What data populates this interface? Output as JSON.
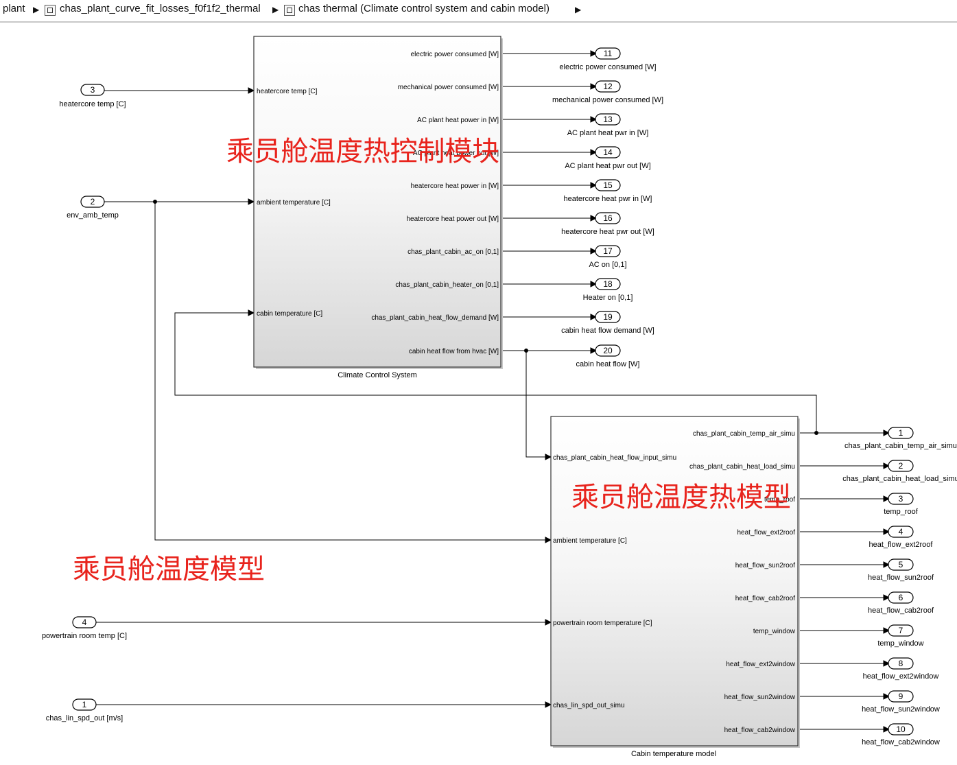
{
  "breadcrumb": {
    "items": [
      "plant",
      "chas_plant_curve_fit_losses_f0f1f2_thermal",
      "chas thermal (Climate control system and cabin model)"
    ]
  },
  "colors": {
    "annotation": "#e8231c",
    "line": "#000000",
    "block_border": "#333333"
  },
  "climate_block": {
    "name": "Climate Control System",
    "inputs": [
      "heatercore temp [C]",
      "ambient temperature [C]",
      "cabin temperature [C]"
    ],
    "outputs": [
      "electric power consumed [W]",
      "mechanical power consumed [W]",
      "AC plant heat power in [W]",
      "AC plant heat power out [W]",
      "heatercore heat power in [W]",
      "heatercore heat power out [W]",
      "chas_plant_cabin_ac_on [0,1]",
      "chas_plant_cabin_heater_on [0,1]",
      "chas_plant_cabin_heat_flow_demand [W]",
      "cabin heat flow from hvac [W]"
    ]
  },
  "cabin_block": {
    "name": "Cabin temperature model",
    "inputs": [
      "chas_plant_cabin_heat_flow_input_simu",
      "ambient temperature [C]",
      "powertrain room temperature [C]",
      "chas_lin_spd_out_simu"
    ],
    "outputs": [
      "chas_plant_cabin_temp_air_simu",
      "chas_plant_cabin_heat_load_simu",
      "temp_roof",
      "heat_flow_ext2roof",
      "heat_flow_sun2roof",
      "heat_flow_cab2roof",
      "temp_window",
      "heat_flow_ext2window",
      "heat_flow_sun2window",
      "heat_flow_cab2window"
    ]
  },
  "inports": [
    {
      "num": "3",
      "label": "heatercore temp [C]"
    },
    {
      "num": "2",
      "label": "env_amb_temp"
    },
    {
      "num": "4",
      "label": "powertrain room temp [C]"
    },
    {
      "num": "1",
      "label": "chas_lin_spd_out [m/s]"
    }
  ],
  "climate_outports": [
    {
      "num": "11",
      "label": "electric power consumed [W]"
    },
    {
      "num": "12",
      "label": "mechanical power consumed [W]"
    },
    {
      "num": "13",
      "label": "AC plant heat pwr in [W]"
    },
    {
      "num": "14",
      "label": "AC plant heat pwr out [W]"
    },
    {
      "num": "15",
      "label": "heatercore heat pwr in [W]"
    },
    {
      "num": "16",
      "label": "heatercore heat pwr out [W]"
    },
    {
      "num": "17",
      "label": "AC on [0,1]"
    },
    {
      "num": "18",
      "label": "Heater on [0,1]"
    },
    {
      "num": "19",
      "label": "cabin heat flow demand [W]"
    },
    {
      "num": "20",
      "label": "cabin heat flow [W]"
    }
  ],
  "cabin_outports": [
    {
      "num": "1",
      "label": "chas_plant_cabin_temp_air_simu"
    },
    {
      "num": "2",
      "label": "chas_plant_cabin_heat_load_simu"
    },
    {
      "num": "3",
      "label": "temp_roof"
    },
    {
      "num": "4",
      "label": "heat_flow_ext2roof"
    },
    {
      "num": "5",
      "label": "heat_flow_sun2roof"
    },
    {
      "num": "6",
      "label": "heat_flow_cab2roof"
    },
    {
      "num": "7",
      "label": "temp_window"
    },
    {
      "num": "8",
      "label": "heat_flow_ext2window"
    },
    {
      "num": "9",
      "label": "heat_flow_sun2window"
    },
    {
      "num": "10",
      "label": "heat_flow_cab2window"
    }
  ],
  "annotations": {
    "climate_cn": "乘员舱温度热控制模块",
    "cabin_cn": "乘员舱温度热模型",
    "overall_cn": "乘员舱温度模型"
  }
}
